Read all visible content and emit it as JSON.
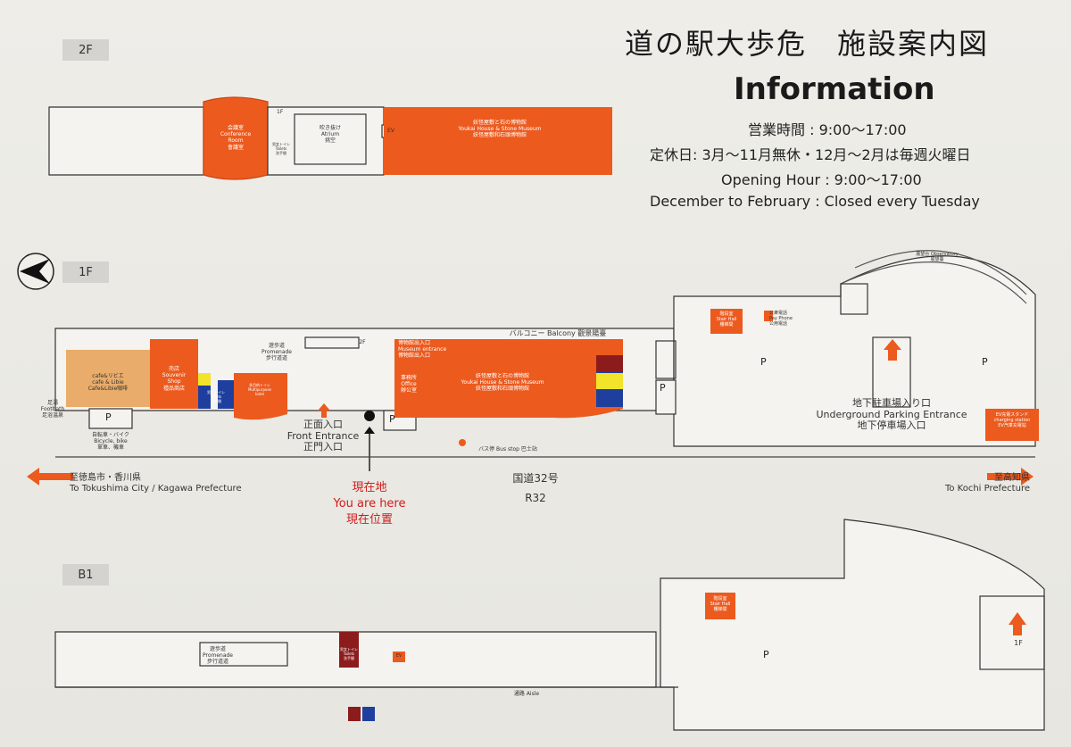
{
  "title": {
    "jp": "道の駅大歩危　施設案内図",
    "en": "Information"
  },
  "hours": {
    "jp_hours": "営業時間 : 9:00～17:00",
    "jp_closed": "定休日:  3月～11月無休・12月～2月は毎週火曜日",
    "en_hours": "Opening Hour : 9:00～17:00",
    "en_closed": "December to February : Closed every Tuesday"
  },
  "floors": {
    "f2": "2F",
    "f1": "1F",
    "b1": "B1"
  },
  "f2": {
    "conference": "会議室\nConference\nRoom\n會議室",
    "atrium": "吹き抜け\nAtrium\n挑空",
    "toilet_small": "男女トイレ\nToilets\n洗手間",
    "museum": "妖怪屋敷と石の博物館\nYoukai House & Stone Museum\n妖怪屋敷和石頭博物館",
    "ev": "EV",
    "stair_1f": "1F"
  },
  "f1": {
    "cafe": "cafe&リビエ\ncafe & Libie\nCafe&Libie咖啡",
    "bicycle": "自転車・バイク\nBicycle, bike\n單車、機車",
    "footbath": "足湯\nFootbath\n足浴温泉",
    "shop": "売店\nSouvenir\nShop\n禮品商店",
    "toilets": "男女トイレ\nToilets\n洗手間",
    "multipurpose": "多目的トイレ\nMultipurpose\ntoilet",
    "promenade": "遊歩道\nPromenade\n步行道道",
    "museum_entrance": "博物館出入口\nMuseum entrance\n博物館出入口",
    "museum": "妖怪屋敷と石の博物館\nYoukai House & Stone Museum\n妖怪屋敷和石頭博物館",
    "office": "事務所\nOffice\n辦公室",
    "balcony": "バルコニー Balcony 觀景陽臺",
    "front_entrance": "正面入口\nFront Entrance\n正門入口",
    "bus_stop": "バス停  Bus stop 巴士站",
    "observatory": "展望台 Observatory\n展望臺",
    "stair_hall": "階段室\nStair Hall\n樓梯間",
    "pay_phone": "公衆電話\nPay Phone\n公用電話",
    "underground": "地下駐車場入り口\nUnderground Parking Entrance\n地下停車場入口",
    "ev_charge": "EV充電スタンド\ncharging station\nEV汽車充電站",
    "parking": "P",
    "stair_2f": "2F"
  },
  "road": {
    "to_tokushima": "至徳島市・香川県\nTo Tokushima City / Kagawa Prefecture",
    "route_jp": "国道32号",
    "route_en": "R32",
    "to_kochi": "至高知県\nTo Kochi Prefecture"
  },
  "here": {
    "jp": "現在地",
    "en": "You are here",
    "cn": "現在位置"
  },
  "b1": {
    "promenade": "遊歩道\nPromenade\n步行道道",
    "toilets": "男女トイレ\nToilets\n洗手間",
    "aisle": "通路  Aisle",
    "stair_hall": "階段室\nStair Hall\n樓梯間",
    "parking": "P",
    "ev": "EV",
    "to_1f": "1F"
  },
  "colors": {
    "orange": "#ec5a1e",
    "tan": "#e9ac6a",
    "red": "#d11a1a",
    "blue": "#1e3f9e",
    "maroon": "#8c1c1c",
    "yellow": "#f2e42a"
  }
}
